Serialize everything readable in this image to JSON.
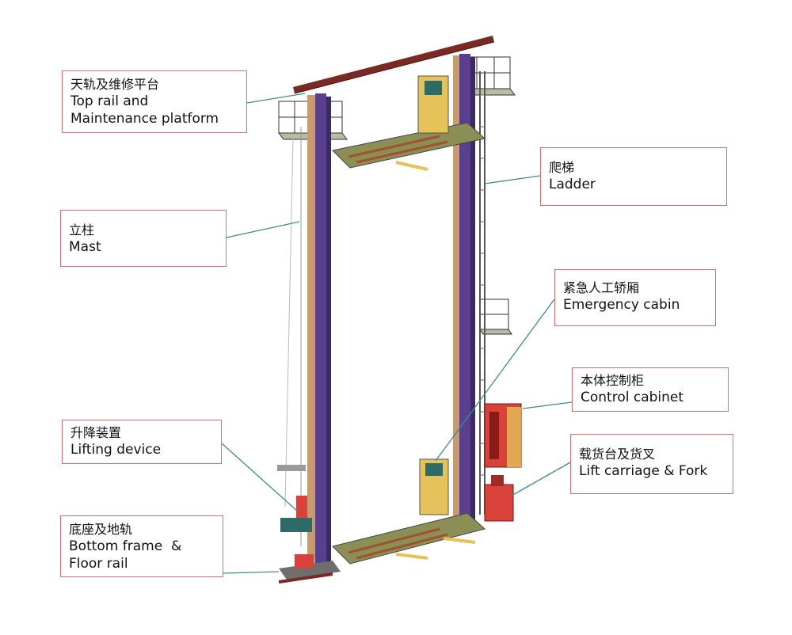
{
  "labels": {
    "top_rail": {
      "zh": "天轨及维修平台",
      "en1": "Top rail and",
      "en2": "Maintenance platform"
    },
    "ladder": {
      "zh": "爬梯",
      "en1": "Ladder"
    },
    "mast": {
      "zh": "立柱",
      "en1": "Mast"
    },
    "emergency_cabin": {
      "zh": "紧急人工轿厢",
      "en1": "Emergency cabin"
    },
    "control_cabinet": {
      "zh": "本体控制柜",
      "en1": "Control cabinet"
    },
    "lifting_device": {
      "zh": "升降装置",
      "en1": "Lifting device"
    },
    "lift_carriage": {
      "zh": "载货台及货叉",
      "en1": "Lift carriage & Fork"
    },
    "bottom_frame": {
      "zh": "底座及地轨",
      "en1": "Bottom frame  &",
      "en2": "Floor rail"
    }
  },
  "colors": {
    "box_border": "#e26a6a",
    "leader_line": "#3e8f86",
    "top_rail": "#7a2a24",
    "mast_purple": "#5a3f8f",
    "mast_tan": "#c89a6e",
    "platform_green": "#8b8f55",
    "cabin_yellow": "#e6c25a",
    "cabinet_red": "#d9423b",
    "cabin_teal": "#2d6b68"
  }
}
